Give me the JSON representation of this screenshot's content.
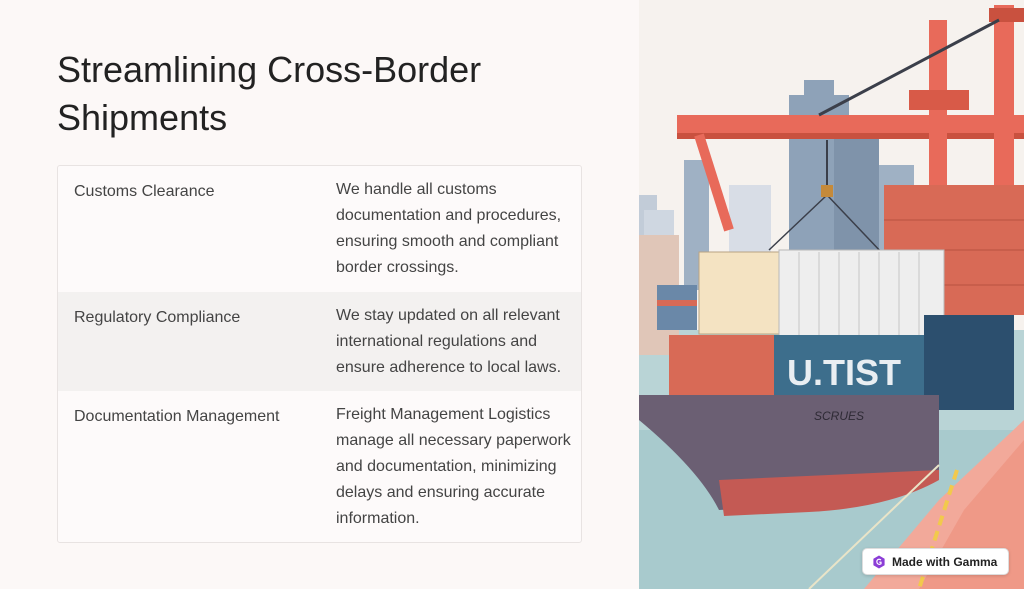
{
  "title": "Streamlining Cross-Border Shipments",
  "rows": [
    {
      "label": "Customs Clearance",
      "text": "We handle all customs documentation and procedures, ensuring smooth and compliant border crossings."
    },
    {
      "label": "Regulatory Compliance",
      "text": "We stay updated on all relevant international regulations and ensure adherence to local laws."
    },
    {
      "label": "Documentation Management",
      "text": "Freight Management Logistics manage all necessary paperwork and documentation, minimizing delays and ensuring accurate information."
    }
  ],
  "image_text": {
    "container_label": "U.TIST",
    "ship_name": "SCRUES"
  },
  "badge": {
    "label": "Made with Gamma",
    "icon": "gamma-logo-icon"
  },
  "colors": {
    "crane": "#e86a5a",
    "accent": "#8b3dd6"
  }
}
